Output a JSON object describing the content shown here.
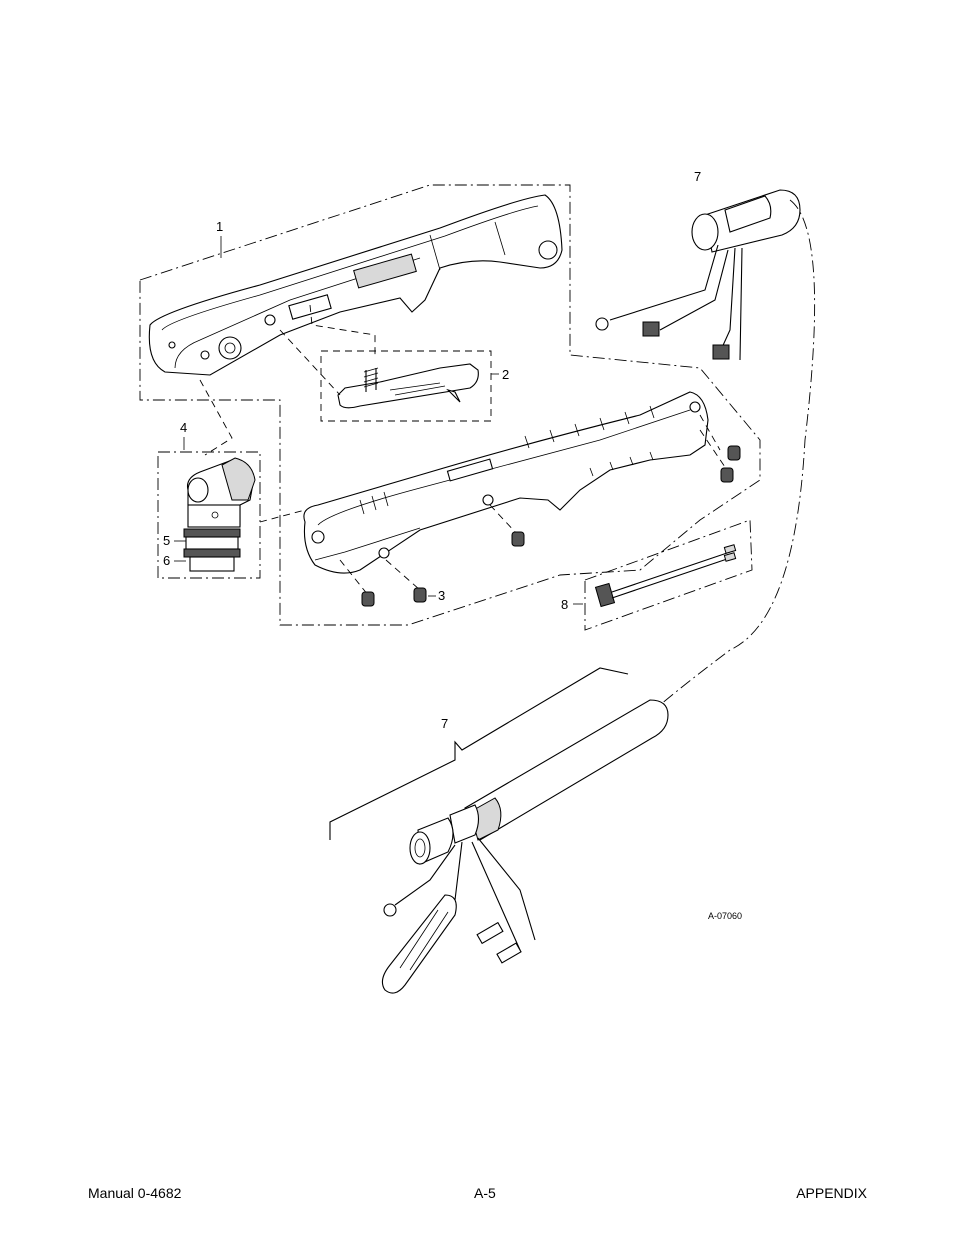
{
  "diagram": {
    "callouts": [
      {
        "id": "1",
        "text": "1"
      },
      {
        "id": "2",
        "text": "2"
      },
      {
        "id": "3",
        "text": "3"
      },
      {
        "id": "4",
        "text": "4"
      },
      {
        "id": "5",
        "text": "5"
      },
      {
        "id": "6",
        "text": "6"
      },
      {
        "id": "7a",
        "text": "7"
      },
      {
        "id": "7b",
        "text": "7"
      },
      {
        "id": "8",
        "text": "8"
      }
    ],
    "drawing_number": "A-07060"
  },
  "footer": {
    "manual": "Manual 0-4682",
    "page": "A-5",
    "section": "APPENDIX"
  }
}
